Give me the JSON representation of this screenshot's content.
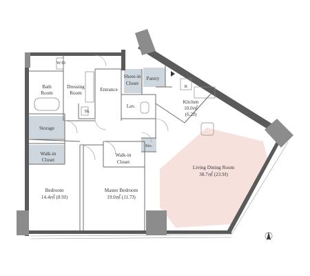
{
  "rooms": {
    "wd": "W/D",
    "bath": [
      "Bath",
      "Room"
    ],
    "dressing": [
      "Dressing",
      "Room"
    ],
    "entrance": "Entrance",
    "shoes": [
      "Shoes-in",
      "Closet"
    ],
    "pantry": "Pantry",
    "r": "R",
    "sk": "Sk",
    "lav": "Lav.",
    "kitchen": [
      "Kitchen",
      "10.0㎡",
      "(6.2J)"
    ],
    "storage": "Storage",
    "sto": "Sto.",
    "walkin1": [
      "Walk-in",
      "Closet"
    ],
    "walkin2": [
      "Walk-in",
      "Closet"
    ],
    "bedroom": [
      "Bedroom",
      "14.4㎡ (8.9J)"
    ],
    "master": [
      "Master Bedroom",
      "19.0㎡ (11.7J)"
    ],
    "living": [
      "Living Dining Room",
      "38.7㎡ (23.9J)"
    ]
  },
  "colors": {
    "wall": "#5a5a5a",
    "column": "#8c8c8c",
    "storage_fill": "#cfd7de",
    "living_fill": "#f6e1dd"
  },
  "icons": {
    "north": "north-arrow-icon"
  }
}
